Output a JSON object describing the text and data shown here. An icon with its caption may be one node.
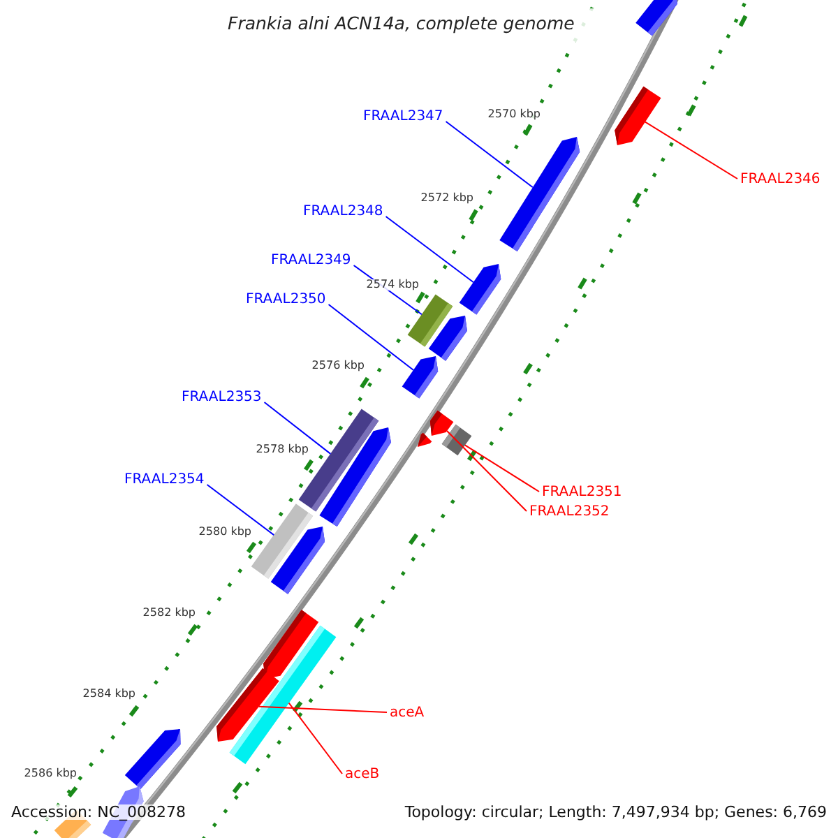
{
  "diagram": {
    "title": "Frankia alni ACN14a, complete genome",
    "nodes": [
      {
        "text": [
          "FRAAL2347"
        ]
      },
      {
        "text": [
          "FRAAL2346"
        ]
      },
      {
        "text": [
          "FRAAL2348"
        ]
      },
      {
        "text": [
          "FRAAL2349"
        ]
      },
      {
        "text": [
          "FRAAL2350"
        ]
      },
      {
        "text": [
          "FRAAL2353"
        ]
      },
      {
        "text": [
          "FRAAL2354"
        ]
      },
      {
        "text": [
          "FRAAL2351"
        ]
      },
      {
        "text": [
          "FRAAL2352"
        ]
      },
      {
        "text": [
          "aceA"
        ]
      },
      {
        "text": [
          "aceB"
        ]
      },
      {
        "text": [],
        "shape": "arrow"
      },
      {
        "text": [],
        "shape": "arrow"
      },
      {
        "text": [],
        "shape": "arrow"
      },
      {
        "text": [],
        "shape": "arrow"
      },
      {
        "text": [],
        "shape": "box"
      },
      {
        "text": [],
        "shape": "arrow"
      },
      {
        "text": [],
        "shape": "arrow"
      },
      {
        "text": [],
        "shape": "arrow"
      },
      {
        "text": [],
        "shape": "arrow"
      },
      {
        "text": [],
        "shape": "box"
      },
      {
        "text": [],
        "shape": "box"
      },
      {
        "text": [],
        "shape": "arrow"
      },
      {
        "text": [],
        "shape": "box"
      },
      {
        "text": [],
        "shape": "arrow"
      },
      {
        "text": [],
        "shape": "arrow"
      },
      {
        "text": [],
        "shape": "arrow"
      },
      {
        "text": [],
        "shape": "box"
      },
      {
        "text": [],
        "shape": "arrow"
      },
      {
        "text": [],
        "shape": "arrow"
      },
      {
        "text": [],
        "shape": "box"
      }
    ],
    "edges": [
      {
        "from": 0,
        "to": 13,
        "arrow": "none"
      },
      {
        "from": 1,
        "to": 12,
        "arrow": "none",
        "color": "#ff0000"
      },
      {
        "from": 2,
        "to": 14,
        "arrow": "none"
      },
      {
        "from": 3,
        "to": 15,
        "arrow": "none"
      },
      {
        "from": 4,
        "to": 17,
        "arrow": "none"
      },
      {
        "from": 5,
        "to": 21,
        "arrow": "none"
      },
      {
        "from": 6,
        "to": 23,
        "arrow": "none"
      },
      {
        "from": 7,
        "to": 20,
        "arrow": "none",
        "color": "#ff0000"
      },
      {
        "from": 8,
        "to": 18,
        "arrow": "none",
        "color": "#ff0000"
      },
      {
        "from": 9,
        "to": 26,
        "arrow": "none",
        "color": "#ff0000"
      },
      {
        "from": 10,
        "to": 27,
        "arrow": "none",
        "color": "#ff0000"
      }
    ],
    "labels": [
      "2570 kbp",
      "2572 kbp",
      "2574 kbp",
      "2576 kbp",
      "2578 kbp",
      "2580 kbp",
      "2582 kbp",
      "2584 kbp",
      "2586 kbp",
      "Accession: NC_008278",
      "Topology: circular; Length: 7,497,934 bp; Genes: 6,769"
    ]
  }
}
